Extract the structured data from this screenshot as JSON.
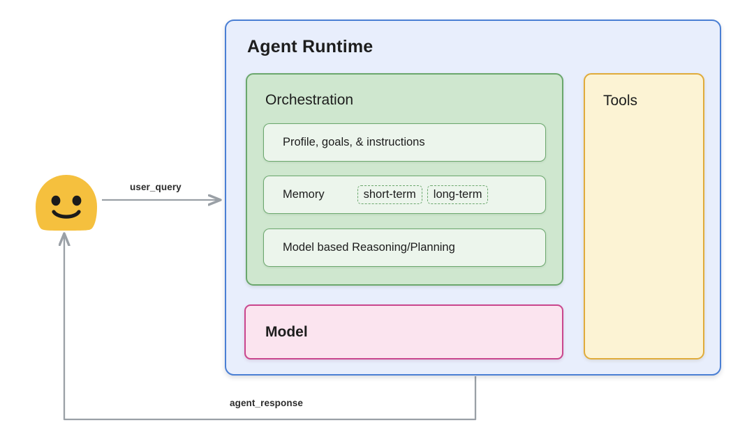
{
  "diagram": {
    "title": "Agent Runtime",
    "actor": {
      "name": "user-avatar",
      "icon": "smiley-blob-face-icon",
      "color": "#f5c03e"
    },
    "edges": [
      {
        "id": "user-query",
        "label": "user_query",
        "direction": "user-to-agent",
        "color": "#9aa0a6"
      },
      {
        "id": "agent-response",
        "label": "agent_response",
        "direction": "agent-to-user",
        "color": "#9aa0a6"
      }
    ],
    "runtime": {
      "title": "Agent Runtime",
      "fill": "#e8eefc",
      "stroke": "#4a7fd4",
      "orchestration": {
        "title": "Orchestration",
        "fill": "#cfe7cf",
        "stroke": "#6aa76c",
        "items": [
          {
            "label": "Profile, goals, & instructions",
            "tags": []
          },
          {
            "label": "Memory",
            "tags": [
              "short-term",
              "long-term"
            ]
          },
          {
            "label": "Model based Reasoning/Planning",
            "tags": []
          }
        ]
      },
      "model": {
        "title": "Model",
        "fill": "#fbe4ef",
        "stroke": "#c9468d"
      },
      "tools": {
        "title": "Tools",
        "fill": "#fcf3d4",
        "stroke": "#e0ab3a"
      }
    }
  }
}
